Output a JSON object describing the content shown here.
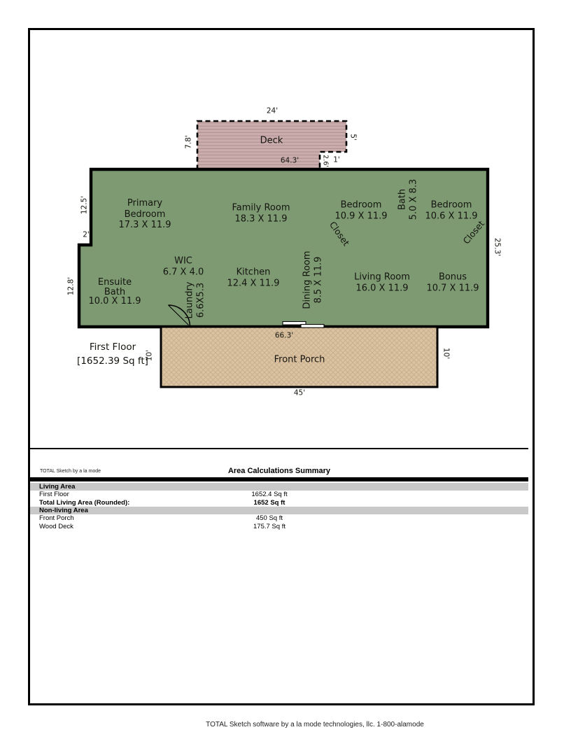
{
  "floorplan": {
    "rooms": {
      "deck": {
        "l1": "Deck"
      },
      "primary": {
        "l1": "Primary",
        "l2": "Bedroom",
        "dims": "17.3 X 11.9"
      },
      "family": {
        "l1": "Family Room",
        "dims": "18.3 X 11.9"
      },
      "bedroom1": {
        "l1": "Bedroom",
        "dims": "10.9 X 11.9"
      },
      "bath": {
        "l1": "Bath",
        "dims": "5.0 X 8.3"
      },
      "bedroom2": {
        "l1": "Bedroom",
        "dims": "10.6 X 11.9"
      },
      "closet_left": {
        "l1": "Closet"
      },
      "closet_right": {
        "l1": "Closet"
      },
      "wic": {
        "l1": "WIC",
        "dims": "6.7 X 4.0"
      },
      "kitchen": {
        "l1": "Kitchen",
        "dims": "12.4 X 11.9"
      },
      "ensuite": {
        "l1": "Ensuite",
        "l2": "Bath",
        "dims": "10.0 X 11.9"
      },
      "laundry": {
        "l1": "Laundry",
        "dims": "6.6X5.3"
      },
      "dining": {
        "l1": "Dining Room",
        "dims": "8.5 X 11.9"
      },
      "living": {
        "l1": "Living Room",
        "dims": "16.0 X 11.9"
      },
      "bonus": {
        "l1": "Bonus",
        "dims": "10.7 X 11.9"
      },
      "porch": {
        "l1": "Front Porch"
      }
    },
    "dims": {
      "deck_top": "24'",
      "deck_left": "7.8'",
      "deck_right": "5'",
      "deck_bottom": "64.3'",
      "notch_h": "2.6'",
      "notch_w": "1'",
      "left_upper": "12.5'",
      "step": "2'",
      "left_lower": "12.8'",
      "right_side": "25.3'",
      "floor_bottom": "66.3'",
      "porch_left": "10'",
      "porch_right": "10'",
      "porch_bottom": "45'"
    },
    "first_floor": {
      "l1": "First Floor",
      "l2": "[1652.39 Sq ft]"
    },
    "colors": {
      "floor": "#7d9a73",
      "deck": "#cbadad",
      "deck_hatch": "#af9292",
      "porch": "#dac2a2",
      "porch_hatch": "#c9ae8a",
      "band_gray": "#c9c9c9",
      "wall": "#000000"
    }
  },
  "summary": {
    "brand": "TOTAL Sketch by a la mode",
    "title": "Area Calculations Summary",
    "living_band": "Living Area",
    "nonliving_band": "Non-living Area",
    "rows": {
      "first_floor": {
        "label": "First Floor",
        "value": "1652.4 Sq ft"
      },
      "total": {
        "label": "Total Living Area (Rounded):",
        "value": "1652 Sq ft"
      },
      "front_porch": {
        "label": "Front Porch",
        "value": "450 Sq ft"
      },
      "wood_deck": {
        "label": "Wood Deck",
        "value": "175.7 Sq ft"
      }
    }
  },
  "footer": "TOTAL Sketch software by a la mode technologies, llc. 1-800-alamode"
}
